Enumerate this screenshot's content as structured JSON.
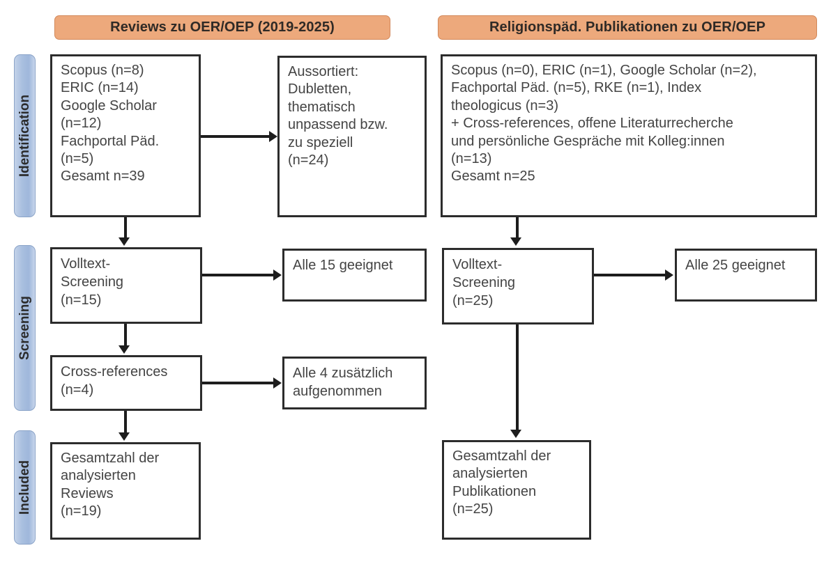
{
  "figure": {
    "type": "prisma-flow-diagram",
    "columns": [
      {
        "id": "left",
        "header": "Reviews zu OER/OEP (2019-2025)"
      },
      {
        "id": "right",
        "header": "Religionspäd. Publikationen zu OER/OEP"
      }
    ],
    "stages": [
      {
        "id": "identification",
        "label": "Identification"
      },
      {
        "id": "screening",
        "label": "Screening"
      },
      {
        "id": "included",
        "label": "Included"
      }
    ],
    "colors": {
      "header_fill": "#eda97c",
      "header_border": "#d2885a",
      "stage_fill": "#a9bfdf",
      "stage_border": "#8ba4c8",
      "box_border": "#2c2c2c",
      "box_fill": "#ffffff",
      "text": "#444444",
      "connector": "#1d1d1d"
    }
  },
  "boxes": {
    "id_left": "Scopus (n=8)\nERIC (n=14)\nGoogle Scholar\n(n=12)\nFachportal Päd.\n(n=5)\nGesamt n=39",
    "excluded_left": "Aussortiert:\nDubletten,\nthematisch\nunpassend bzw.\nzu speziell\n(n=24)",
    "id_right": "Scopus (n=0), ERIC (n=1), Google Scholar (n=2),\nFachportal Päd. (n=5), RKE (n=1), Index\ntheologicus (n=3)\n+ Cross-references, offene Literaturrecherche\nund persönliche Gespräche mit Kolleg:innen\n(n=13)\nGesamt n=25",
    "screening_left": "Volltext-\nScreening\n(n=15)",
    "fit_left": "Alle 15 geeignet",
    "cross_left": "Cross-references\n(n=4)",
    "additional_left": "Alle 4 zusätzlich\naufgenommen",
    "included_left": "Gesamtzahl der\nanalysierten\nReviews\n(n=19)",
    "screening_right": "Volltext-\nScreening\n(n=25)",
    "fit_right": "Alle 25 geeignet",
    "included_right": "Gesamtzahl der\nanalysierten\nPublikationen\n(n=25)"
  },
  "counts": {
    "left_scopus": 8,
    "left_eric": 14,
    "left_google_scholar": 12,
    "left_fachportal": 5,
    "left_total_identified": 39,
    "left_excluded": 24,
    "left_fulltext_screened": 15,
    "left_fit": 15,
    "left_cross_references": 4,
    "left_additional_included": 4,
    "left_total_included": 19,
    "right_scopus": 0,
    "right_eric": 1,
    "right_google_scholar": 2,
    "right_fachportal": 5,
    "right_rke": 1,
    "right_index_theologicus": 3,
    "right_cross_and_personal": 13,
    "right_total_identified": 25,
    "right_fulltext_screened": 25,
    "right_fit": 25,
    "right_total_included": 25
  }
}
